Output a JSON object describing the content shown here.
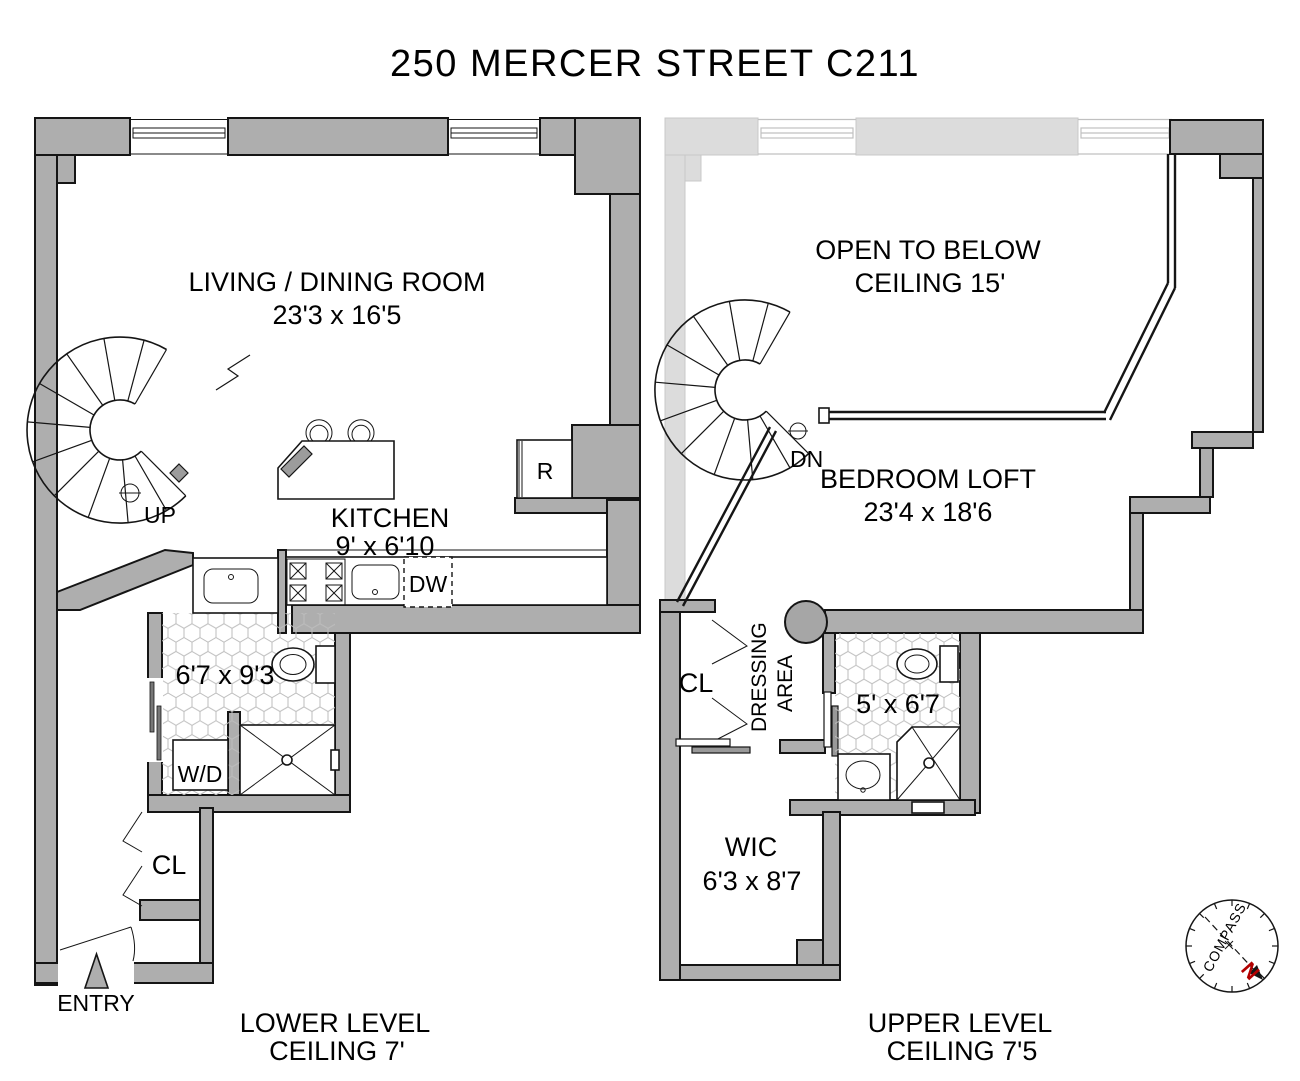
{
  "title": "250 MERCER STREET C211",
  "colors": {
    "wall": "#aeaeae",
    "ghost_wall": "#dcdcdc",
    "north_red": "#b30000"
  },
  "lower_level": {
    "living": {
      "name": "LIVING / DINING ROOM",
      "dims": "23'3 x 16'5"
    },
    "kitchen": {
      "name": "KITCHEN",
      "dims": "9' x 6'10"
    },
    "bathroom": {
      "dims": "6'7 x 9'3"
    },
    "labels": {
      "up": "UP",
      "refrigerator": "R",
      "dishwasher": "DW",
      "washer_dryer": "W/D",
      "closet": "CL",
      "entry": "ENTRY"
    },
    "footer": {
      "line1": "LOWER LEVEL",
      "line2": "CEILING 7'"
    }
  },
  "upper_level": {
    "open_to_below": {
      "line1": "OPEN TO BELOW",
      "line2": "CEILING 15'"
    },
    "bedroom": {
      "name": "BEDROOM LOFT",
      "dims": "23'4 x 18'6"
    },
    "bathroom": {
      "dims": "5' x 6'7"
    },
    "wic": {
      "name": "WIC",
      "dims": "6'3 x 8'7"
    },
    "dressing": {
      "line1": "DRESSING",
      "line2": "AREA"
    },
    "labels": {
      "down": "DN",
      "closet": "CL"
    },
    "footer": {
      "line1": "UPPER LEVEL",
      "line2": "CEILING 7'5"
    }
  },
  "compass": {
    "label": "COMPASS",
    "north": "N"
  }
}
